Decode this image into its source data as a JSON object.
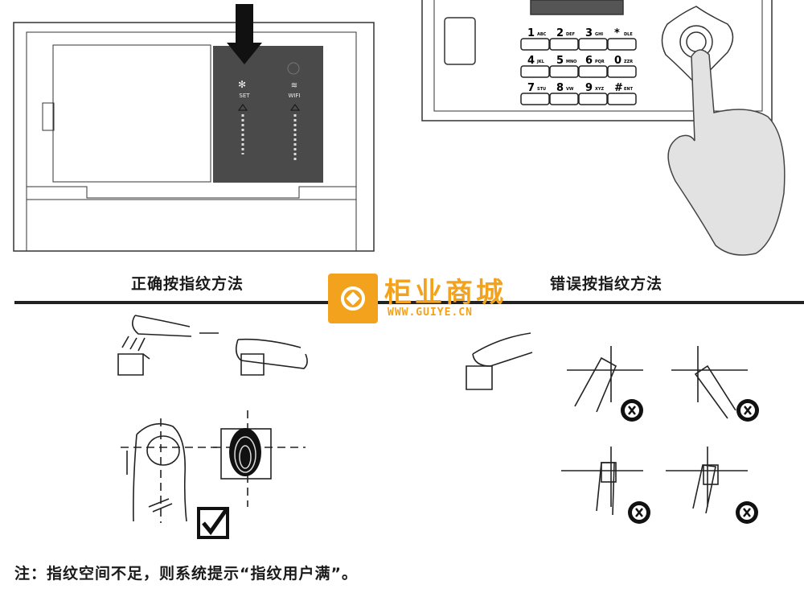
{
  "device_panel": {
    "set_label": "SET",
    "wifi_label": "WIFI"
  },
  "keypad": [
    {
      "digit": "1",
      "letters": "ABC"
    },
    {
      "digit": "2",
      "letters": "DEF"
    },
    {
      "digit": "3",
      "letters": "GHI"
    },
    {
      "digit": "*",
      "letters": "DLE"
    },
    {
      "digit": "4",
      "letters": "JKL"
    },
    {
      "digit": "5",
      "letters": "MNO"
    },
    {
      "digit": "6",
      "letters": "PQR"
    },
    {
      "digit": "0",
      "letters": "ZZR"
    },
    {
      "digit": "7",
      "letters": "STU"
    },
    {
      "digit": "8",
      "letters": "VW"
    },
    {
      "digit": "9",
      "letters": "XYZ"
    },
    {
      "digit": "#",
      "letters": "ENT"
    }
  ],
  "headings": {
    "correct": "正确按指纹方法",
    "wrong": "错误按指纹方法"
  },
  "watermark": {
    "name": "柜业商城",
    "url": "WWW.GUIYE.CN",
    "color": "#f2a21c"
  },
  "note": "注：指纹空间不足，则系统提示“指纹用户满”。"
}
